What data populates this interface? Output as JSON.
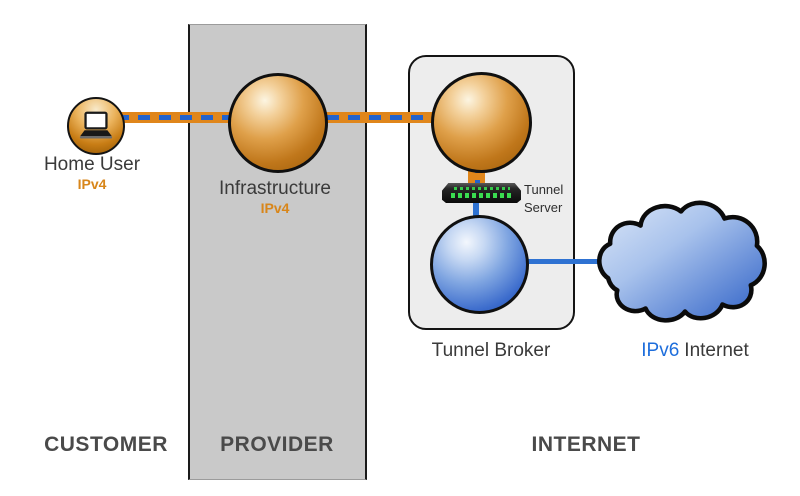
{
  "canvas": {
    "background": "#FFFFFF"
  },
  "zones": {
    "customer_label": "CUSTOMER",
    "provider_label": "PROVIDER",
    "internet_label": "INTERNET"
  },
  "nodes": {
    "home_user": {
      "label": "Home User",
      "protocol": "IPv4"
    },
    "infrastructure": {
      "label": "Infrastructure",
      "protocol": "IPv4"
    },
    "tunnel_server": {
      "label": "Tunnel Server"
    },
    "tunnel_broker": {
      "label": "Tunnel Broker"
    },
    "ipv6_internet": {
      "protocol": "IPv6",
      "label": "Internet"
    }
  },
  "colors": {
    "ipv4_accent": "#D8861A",
    "ipv6_accent": "#1E6EDC",
    "tunnel_link_base": "#E0861B",
    "tunnel_link_dash": "#2363CC",
    "ipv6_link": "#2E72D2",
    "provider_band_fill": "#C9C9C9",
    "broker_box_fill": "#EDEDED",
    "sphere_orange_edge": "#9A5A07",
    "sphere_blue_edge": "#1E4CA6",
    "cloud_fill_dark": "#3064C8",
    "node_label_text": "#3A3A3A",
    "zone_label_text": "#4A4A4A",
    "led_green": "#35C94A"
  }
}
